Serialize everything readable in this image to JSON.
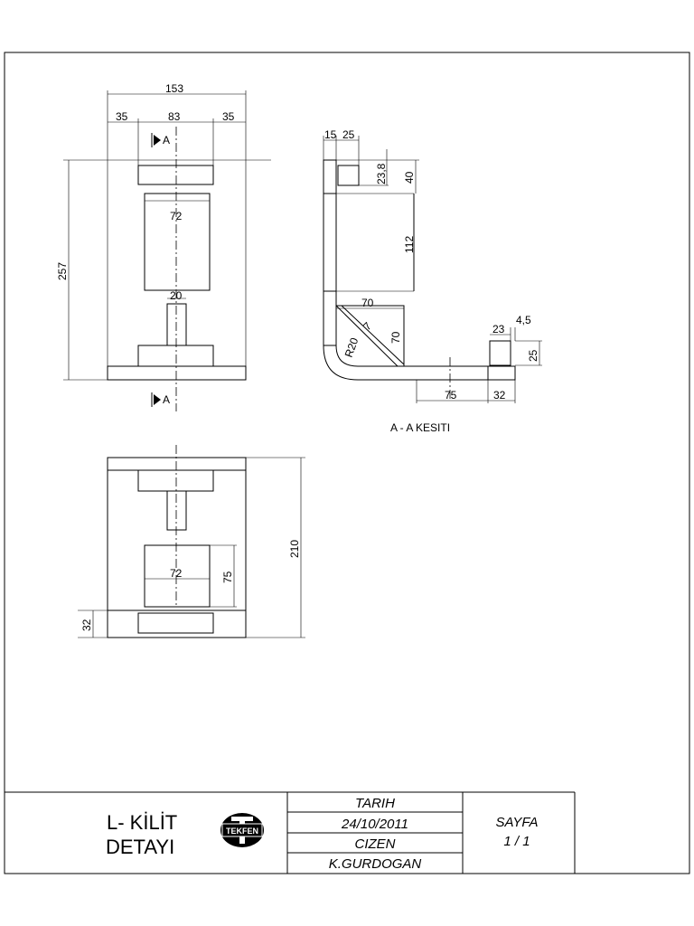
{
  "drawing": {
    "top_view": {
      "overall_width": "153",
      "side_left": "35",
      "middle": "83",
      "side_right": "35",
      "height": "257",
      "block_width": "72",
      "stem_width": "20",
      "section_mark_top": "A",
      "section_mark_bottom": "A"
    },
    "section": {
      "dim_15": "15",
      "dim_25": "25",
      "dim_23_8": "23,8",
      "dim_40": "40",
      "dim_112": "112",
      "dim_70_horizontal": "70",
      "dim_7": "7",
      "dim_70_vertical": "70",
      "radius": "R20",
      "dim_23": "23",
      "dim_4_5": "4,5",
      "dim_25_right": "25",
      "dim_75": "75",
      "dim_32": "32",
      "label": "A - A KESITI"
    },
    "front_view": {
      "height": "210",
      "block_width": "72",
      "block_height": "75",
      "base_height": "32"
    }
  },
  "title_block": {
    "title_line1": "L- KİLİT",
    "title_line2": "DETAYI",
    "logo_text": "TEKFEN",
    "date_label": "TARIH",
    "date_value": "24/10/2011",
    "drawn_label": "CIZEN",
    "drawn_value": "K.GURDOGAN",
    "page_label": "SAYFA",
    "page_value": "1 / 1"
  }
}
